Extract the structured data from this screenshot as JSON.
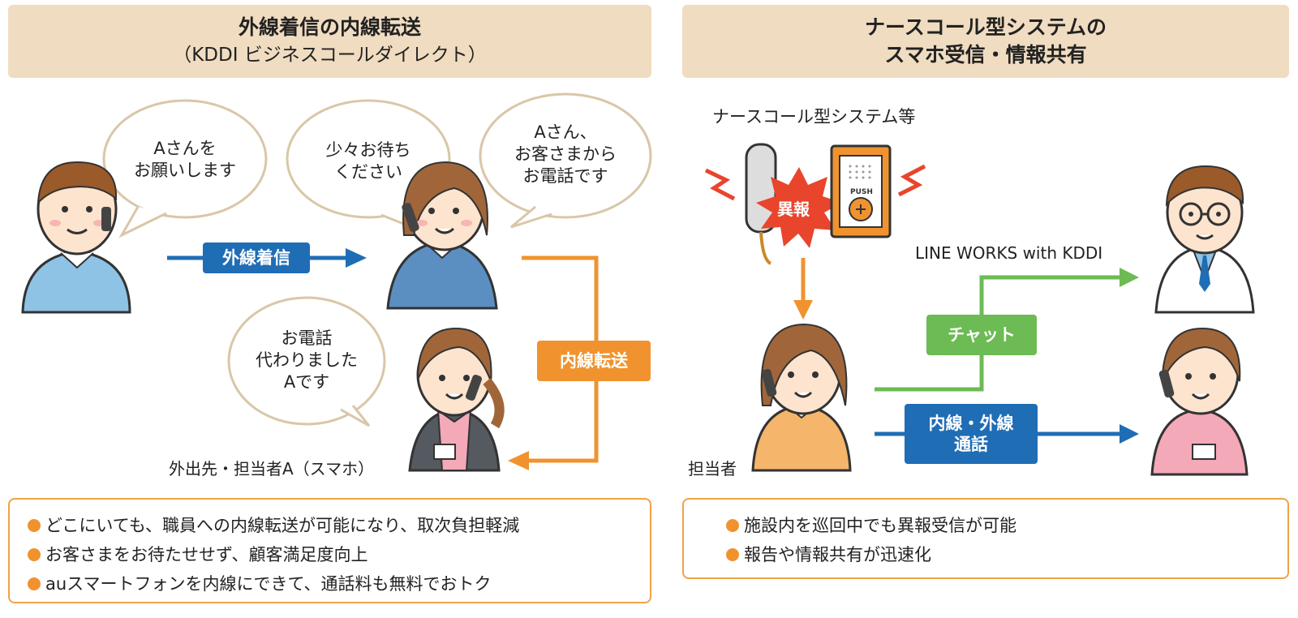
{
  "left": {
    "header_line1": "外線着信の内線転送",
    "header_line2": "（KDDI ビジネスコールダイレクト）",
    "bubble1": [
      "Aさんを",
      "お願いします"
    ],
    "bubble2": [
      "少々お待ち",
      "ください"
    ],
    "bubble3": [
      "Aさん、",
      "お客さまから",
      "お電話です"
    ],
    "bubble4": [
      "お電話",
      "代わりました",
      "Aです"
    ],
    "incoming_label": "外線着信",
    "transfer_label": "内線転送",
    "person_label": "外出先・担当者A（スマホ）",
    "benefits": [
      "どこにいても、職員への内線転送が可能になり、取次負担軽減",
      "お客さまをお待たせせず、顧客満足度向上",
      "auスマートフォンを内線にできて、通話料も無料でおトク"
    ]
  },
  "right": {
    "header_line1": "ナースコール型システムの",
    "header_line2": "スマホ受信・情報共有",
    "system_label": "ナースコール型システム等",
    "alert_label": "異報",
    "push_label": "PUSH",
    "service_label": "LINE WORKS with KDDI",
    "chat_label": "チャット",
    "call_label_line1": "内線・外線",
    "call_label_line2": "通話",
    "person_label": "担当者",
    "benefits": [
      "施設内を巡回中でも異報受信が可能",
      "報告や情報共有が迅速化"
    ]
  },
  "colors": {
    "header_bg": "#f0dcc0",
    "blue": "#1f6db5",
    "orange": "#f0932f",
    "green": "#6cbb54",
    "bubble_border": "#d9c7a8",
    "alert_red": "#e8452c"
  }
}
